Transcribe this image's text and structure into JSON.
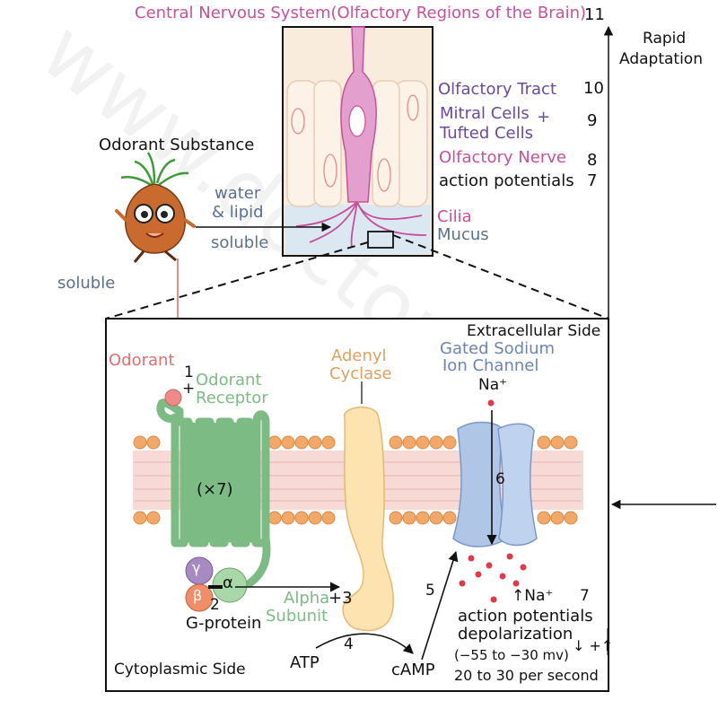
{
  "header": {
    "cns": "Central Nervous System(Olfactory Regions of the Brain)",
    "n11": "11"
  },
  "right": {
    "rapid1": "Rapid",
    "rapid2": "Adaptation",
    "olf_tract": "Olfactory Tract",
    "n10": "10",
    "mitral": "Mitral Cells",
    "plus": "+",
    "tufted": "Tufted Cells",
    "n9": "9",
    "olf_nerve": "Olfactory Nerve",
    "n8": "8",
    "ap": "action potentials",
    "n7": "7",
    "cilia": "Cilia",
    "mucus": "Mucus"
  },
  "left": {
    "odorant_substance": "Odorant Substance",
    "water": "water",
    "lipid": "& lipid",
    "soluble_a": "soluble",
    "soluble_b": "soluble"
  },
  "box": {
    "extracellular": "Extracellular Side",
    "cytoplasmic": "Cytoplasmic Side",
    "odorant": "Odorant",
    "n1": "1",
    "plus1": "+",
    "receptor1": "Odorant",
    "receptor2": "Receptor",
    "x7": "(×7)",
    "gamma": "γ",
    "beta": "β",
    "alpha": "α",
    "n2": "2",
    "gprotein": "G-protein",
    "alpha_sub1": "Alpha",
    "alpha_sub2": "Subunit",
    "plus3": "+3",
    "adenyl1": "Adenyl",
    "adenyl2": "Cyclase",
    "gated1": "Gated Sodium",
    "gated2": "Ion Channel",
    "na_top": "Na⁺",
    "n6": "6",
    "na_in": "↑Na⁺",
    "n7b": "7",
    "n5": "5",
    "ap2": "action potentials",
    "depol": "depolarization",
    "range": "(−55 to −30 mv)",
    "arrows": "↓ +↑",
    "rate": "20 to 30 per second",
    "atp": "ATP",
    "n4": "4",
    "camp": "cAMP"
  },
  "watermark": "www.doctor.ir",
  "colors": {
    "pink": "#c8509a",
    "purple": "#6a4a9c",
    "green": "#7dbb84",
    "orange": "#e0a060",
    "blue": "#6a84b8",
    "salmon": "#e07070",
    "membrane": "#f0c9c9",
    "lipid_head": "#f2a868"
  }
}
